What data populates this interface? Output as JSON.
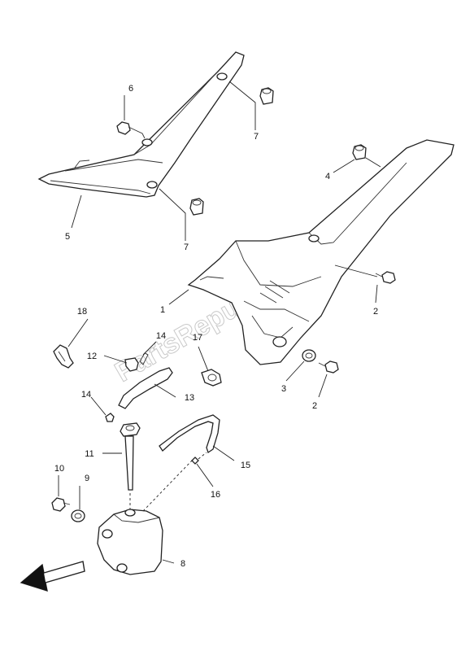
{
  "watermark": "PartsRepublik",
  "colors": {
    "line": "#222222",
    "watermark": "#c9c9c9",
    "background": "#ffffff"
  },
  "callouts": {
    "c1": "1",
    "c2a": "2",
    "c2b": "2",
    "c3": "3",
    "c4": "4",
    "c5": "5",
    "c6": "6",
    "c7a": "7",
    "c7b": "7",
    "c8": "8",
    "c9": "9",
    "c10": "10",
    "c11": "11",
    "c12": "12",
    "c13": "13",
    "c14a": "14",
    "c14b": "14",
    "c15": "15",
    "c16": "16",
    "c17": "17",
    "c18": "18"
  },
  "icons": {
    "direction": "front-arrow-icon",
    "watermark_logo": "gear-icon"
  }
}
